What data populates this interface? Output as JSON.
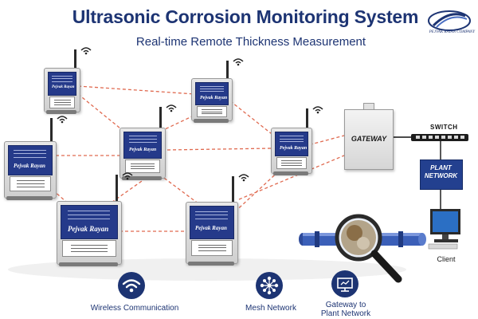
{
  "title": "Ultrasonic Corrosion Monitoring System",
  "subtitle": "Real-time Remote Thickness Measurement",
  "logo": {
    "text": "PEJVAK RAYAN COMPANY",
    "icon": "company-swoosh-logo"
  },
  "device": {
    "brand": "Pejvak Rayan",
    "icon": "wireless-sensor-icon"
  },
  "network": {
    "gateway_label": "GATEWAY",
    "switch_label": "SWITCH",
    "plant_network_label_line1": "PLANT",
    "plant_network_label_line2": "NETWORK",
    "client_label": "Client"
  },
  "features": [
    {
      "label": "Wireless Communication",
      "icon": "wifi-icon"
    },
    {
      "label": "Mesh Network",
      "icon": "mesh-network-icon"
    },
    {
      "label_line1": "Gateway to",
      "label_line2": "Plant Network",
      "icon": "gateway-monitor-icon"
    }
  ],
  "colors": {
    "brand_navy": "#1d3473",
    "link_dashed": "#e06a50",
    "device_panel": "#253a8a",
    "plant_box": "#23408f"
  }
}
